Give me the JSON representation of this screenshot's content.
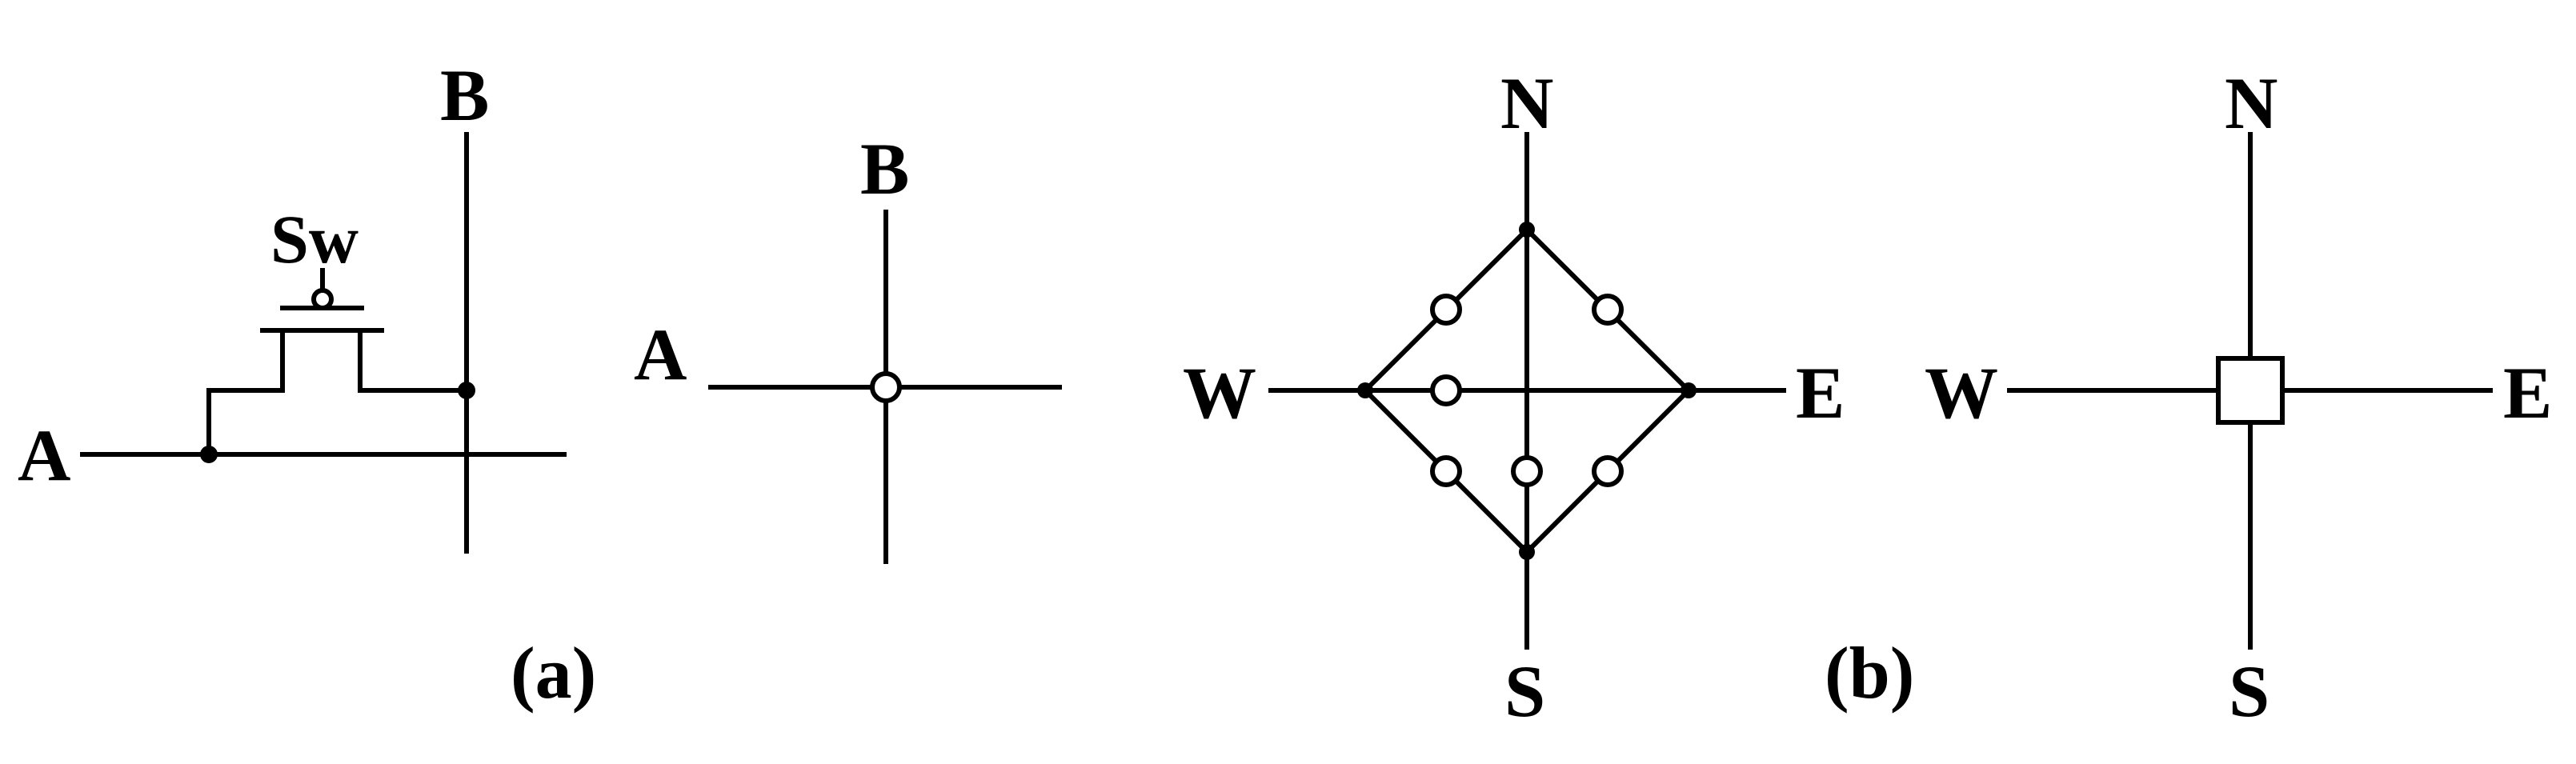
{
  "panel_a": {
    "caption": "(a)",
    "transistor_view": {
      "terminal_a": "A",
      "terminal_b": "B",
      "switch": "Sw"
    },
    "symbol_view": {
      "terminal_a": "A",
      "terminal_b": "B"
    }
  },
  "panel_b": {
    "caption": "(b)",
    "detailed_switchbox": {
      "north": "N",
      "south": "S",
      "west": "W",
      "east": "E"
    },
    "symbol_switchbox": {
      "north": "N",
      "south": "S",
      "west": "W",
      "east": "E"
    }
  },
  "colors": {
    "ink": "#000000",
    "background": "#ffffff"
  }
}
